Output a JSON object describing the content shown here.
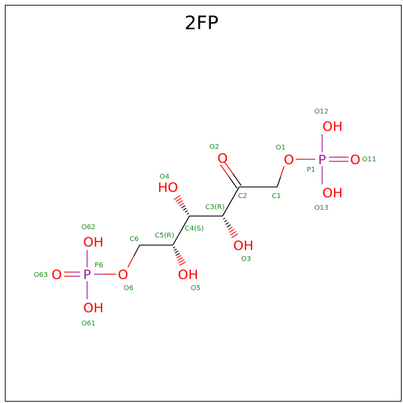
{
  "title": "2FP",
  "colors": {
    "oxygen": "#ff0000",
    "phosphorus": "#a020a0",
    "carbon_bond": "#000000",
    "label": "#1a8c1a"
  },
  "atoms": [
    {
      "id": "P1",
      "symbol": "P",
      "element": "phosphorus"
    },
    {
      "id": "O1",
      "symbol": "O",
      "element": "oxygen"
    },
    {
      "id": "O11",
      "symbol": "O",
      "element": "oxygen"
    },
    {
      "id": "O12",
      "symbol": "OH",
      "element": "oxygen"
    },
    {
      "id": "O13",
      "symbol": "OH",
      "element": "oxygen"
    },
    {
      "id": "O2",
      "symbol": "O",
      "element": "oxygen"
    },
    {
      "id": "O3",
      "symbol": "OH",
      "element": "oxygen"
    },
    {
      "id": "O4",
      "symbol": "HO",
      "element": "oxygen"
    },
    {
      "id": "O5",
      "symbol": "OH",
      "element": "oxygen"
    },
    {
      "id": "O6",
      "symbol": "O",
      "element": "oxygen"
    },
    {
      "id": "P6",
      "symbol": "P",
      "element": "phosphorus"
    },
    {
      "id": "O61",
      "symbol": "OH",
      "element": "oxygen"
    },
    {
      "id": "O62",
      "symbol": "OH",
      "element": "oxygen"
    },
    {
      "id": "O63",
      "symbol": "O",
      "element": "oxygen"
    }
  ],
  "atom_labels": [
    "O12",
    "O1",
    "P1",
    "O11",
    "O13",
    "O2",
    "C1",
    "C2",
    "C3(R)",
    "O3",
    "O4",
    "C4(S)",
    "C5(R)",
    "O5",
    "C6",
    "O6",
    "O62",
    "P6",
    "O63",
    "O61"
  ]
}
